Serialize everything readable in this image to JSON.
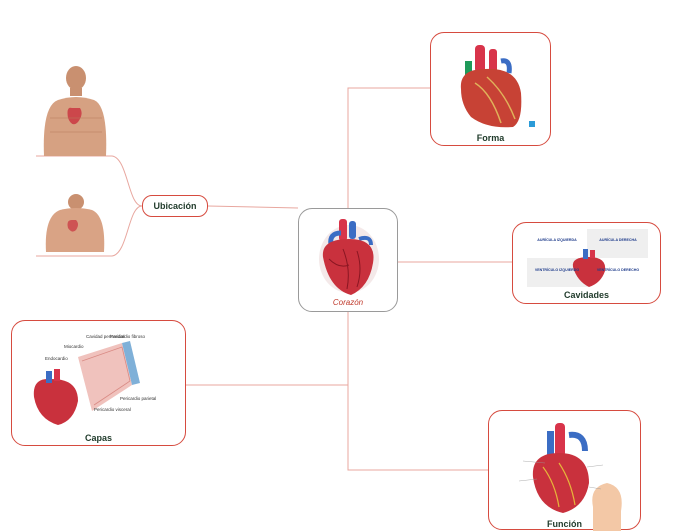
{
  "center": {
    "caption": "Corazón"
  },
  "nodes": {
    "forma": "Forma",
    "cavidades": "Cavidades",
    "ubicacion": "Ubicación",
    "capas": "Capas",
    "funcion": "Función"
  },
  "capas_labels": {
    "cavidad": "Cavidad pericardial",
    "pericardio_fibroso": "Pericardio fibroso",
    "miocardio": "Miocardio",
    "endocardio": "Endocardio",
    "pericardio_parietal": "Pericardio parietal",
    "pericardio_visceral": "Pericardio visceral"
  },
  "cavidades_labels": {
    "ai": "AURÍCULA IZQUIERDA",
    "ad": "AURÍCULA DERECHA",
    "vi": "VENTRÍCULO IZQUIERDO",
    "vd": "VENTRÍCULO DERECHO"
  },
  "colors": {
    "accent": "#d64b3f",
    "text": "#1f3a2a"
  }
}
